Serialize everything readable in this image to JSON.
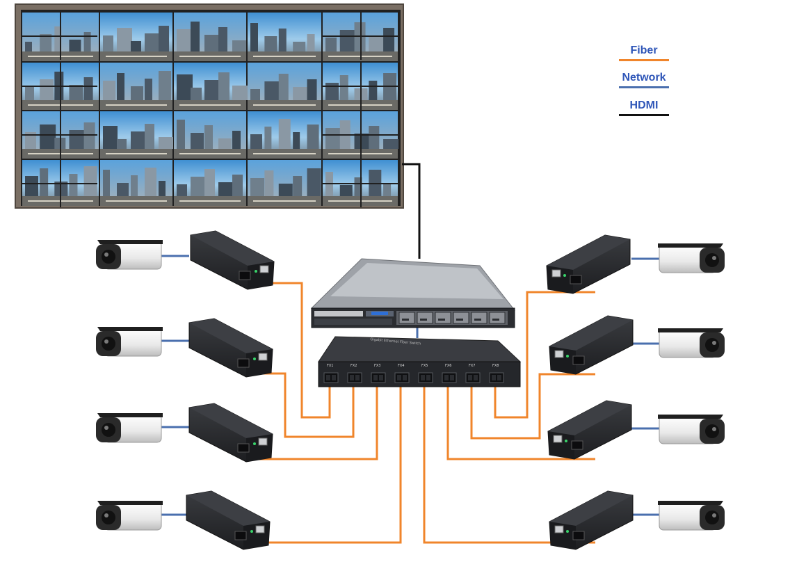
{
  "legend": {
    "items": [
      {
        "label": "Fiber",
        "color": "#f0852b"
      },
      {
        "label": "Network",
        "color": "#4a6fae"
      },
      {
        "label": "HDMI",
        "color": "#111111"
      }
    ]
  },
  "switch": {
    "title": "Gigabit Ethernet Fiber Switch",
    "ports": [
      "FX1",
      "FX2",
      "FX3",
      "FX4",
      "FX5",
      "FX6",
      "FX7",
      "FX8"
    ]
  },
  "colors": {
    "fiber": "#f0852b",
    "network": "#4a6fae",
    "hdmi": "#111111",
    "device_body": "#2b2d30",
    "frame": "#7a6f64"
  }
}
